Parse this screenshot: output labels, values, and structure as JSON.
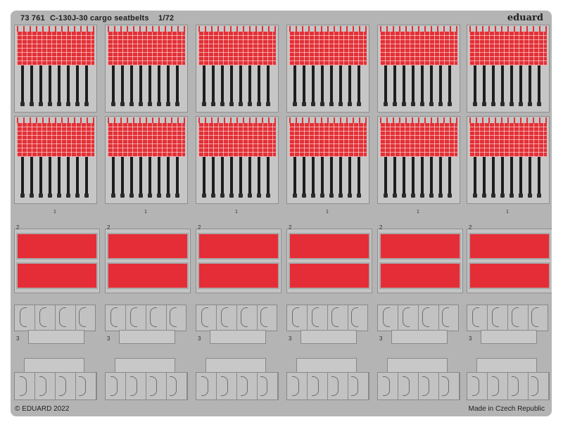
{
  "header": {
    "code": "73 761",
    "name": "C-130J-30 cargo seatbelts",
    "scale": "1/72",
    "brand": "eduard"
  },
  "footer": {
    "copyright": "© EDUARD 2022",
    "made_in": "Made in Czech Republic"
  },
  "part_numbers": {
    "belt": "1",
    "pad": "2",
    "rack": "3"
  },
  "colors": {
    "fret": "#b4b4b4",
    "belt_red": "#e33036",
    "strap_black": "#1d1d1d"
  }
}
